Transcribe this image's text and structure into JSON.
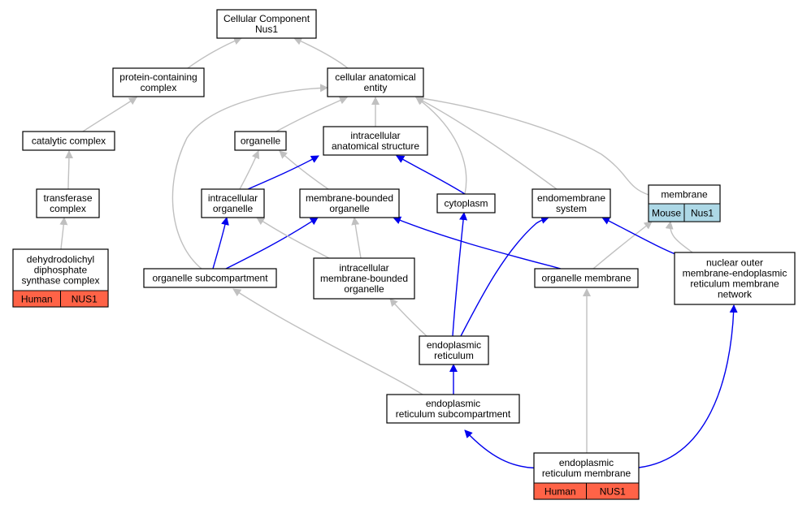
{
  "colors": {
    "is_a_edge": "#c0c0c0",
    "part_of_edge": "#0000ee",
    "human_badge": "#ff6347",
    "mouse_badge": "#add8e6"
  },
  "nodes": [
    {
      "id": "cc_root",
      "lines": [
        "Cellular Component",
        "Nus1"
      ],
      "badges": []
    },
    {
      "id": "protein_complex",
      "lines": [
        "protein-containing",
        "complex"
      ],
      "badges": []
    },
    {
      "id": "cae",
      "lines": [
        "cellular anatomical",
        "entity"
      ],
      "badges": []
    },
    {
      "id": "catalytic",
      "lines": [
        "catalytic complex"
      ],
      "badges": []
    },
    {
      "id": "organelle",
      "lines": [
        "organelle"
      ],
      "badges": []
    },
    {
      "id": "ias",
      "lines": [
        "intracellular",
        "anatomical structure"
      ],
      "badges": []
    },
    {
      "id": "transferase",
      "lines": [
        "transferase",
        "complex"
      ],
      "badges": []
    },
    {
      "id": "intra_org",
      "lines": [
        "intracellular",
        "organelle"
      ],
      "badges": []
    },
    {
      "id": "mbo",
      "lines": [
        "membrane-bounded",
        "organelle"
      ],
      "badges": []
    },
    {
      "id": "cytoplasm",
      "lines": [
        "cytoplasm"
      ],
      "badges": []
    },
    {
      "id": "endomembrane",
      "lines": [
        "endomembrane",
        "system"
      ],
      "badges": []
    },
    {
      "id": "membrane",
      "lines": [
        "membrane"
      ],
      "badges": [
        {
          "species": "Mouse",
          "gene": "Nus1",
          "color": "#add8e6"
        }
      ]
    },
    {
      "id": "ddpp",
      "lines": [
        "dehydrodolichyl",
        "diphosphate",
        "synthase complex"
      ],
      "badges": [
        {
          "species": "Human",
          "gene": "NUS1",
          "color": "#ff6347"
        }
      ]
    },
    {
      "id": "org_sub",
      "lines": [
        "organelle subcompartment"
      ],
      "badges": []
    },
    {
      "id": "imbo",
      "lines": [
        "intracellular",
        "membrane-bounded",
        "organelle"
      ],
      "badges": []
    },
    {
      "id": "org_mem",
      "lines": [
        "organelle membrane"
      ],
      "badges": []
    },
    {
      "id": "nuclear_outer",
      "lines": [
        "nuclear outer",
        "membrane-endoplasmic",
        "reticulum membrane",
        "network"
      ],
      "badges": []
    },
    {
      "id": "er",
      "lines": [
        "endoplasmic",
        "reticulum"
      ],
      "badges": []
    },
    {
      "id": "er_sub",
      "lines": [
        "endoplasmic",
        "reticulum subcompartment"
      ],
      "badges": []
    },
    {
      "id": "er_mem",
      "lines": [
        "endoplasmic",
        "reticulum membrane"
      ],
      "badges": [
        {
          "species": "Human",
          "gene": "NUS1",
          "color": "#ff6347"
        }
      ]
    }
  ],
  "edges": [
    {
      "from": "protein_complex",
      "to": "cc_root",
      "type": "is_a"
    },
    {
      "from": "cae",
      "to": "cc_root",
      "type": "is_a"
    },
    {
      "from": "catalytic",
      "to": "protein_complex",
      "type": "is_a"
    },
    {
      "from": "transferase",
      "to": "catalytic",
      "type": "is_a"
    },
    {
      "from": "ddpp",
      "to": "transferase",
      "type": "is_a"
    },
    {
      "from": "organelle",
      "to": "cae",
      "type": "is_a"
    },
    {
      "from": "ias",
      "to": "cae",
      "type": "is_a"
    },
    {
      "from": "cytoplasm",
      "to": "cae",
      "type": "is_a"
    },
    {
      "from": "endomembrane",
      "to": "cae",
      "type": "is_a"
    },
    {
      "from": "membrane",
      "to": "cae",
      "type": "is_a"
    },
    {
      "from": "org_sub",
      "to": "cae",
      "type": "is_a"
    },
    {
      "from": "intra_org",
      "to": "organelle",
      "type": "is_a"
    },
    {
      "from": "mbo",
      "to": "organelle",
      "type": "is_a"
    },
    {
      "from": "intra_org",
      "to": "ias",
      "type": "part_of"
    },
    {
      "from": "cytoplasm",
      "to": "ias",
      "type": "part_of"
    },
    {
      "from": "org_sub",
      "to": "intra_org",
      "type": "part_of"
    },
    {
      "from": "org_sub",
      "to": "mbo",
      "type": "part_of"
    },
    {
      "from": "imbo",
      "to": "intra_org",
      "type": "is_a"
    },
    {
      "from": "imbo",
      "to": "mbo",
      "type": "is_a"
    },
    {
      "from": "org_mem",
      "to": "mbo",
      "type": "part_of"
    },
    {
      "from": "org_mem",
      "to": "membrane",
      "type": "is_a"
    },
    {
      "from": "nuclear_outer",
      "to": "membrane",
      "type": "is_a"
    },
    {
      "from": "nuclear_outer",
      "to": "endomembrane",
      "type": "part_of"
    },
    {
      "from": "er",
      "to": "cytoplasm",
      "type": "part_of"
    },
    {
      "from": "er",
      "to": "endomembrane",
      "type": "part_of"
    },
    {
      "from": "er",
      "to": "imbo",
      "type": "is_a"
    },
    {
      "from": "er_sub",
      "to": "er",
      "type": "part_of"
    },
    {
      "from": "er_sub",
      "to": "org_sub",
      "type": "is_a"
    },
    {
      "from": "er_mem",
      "to": "er_sub",
      "type": "part_of"
    },
    {
      "from": "er_mem",
      "to": "org_mem",
      "type": "is_a"
    },
    {
      "from": "er_mem",
      "to": "nuclear_outer",
      "type": "part_of"
    }
  ]
}
